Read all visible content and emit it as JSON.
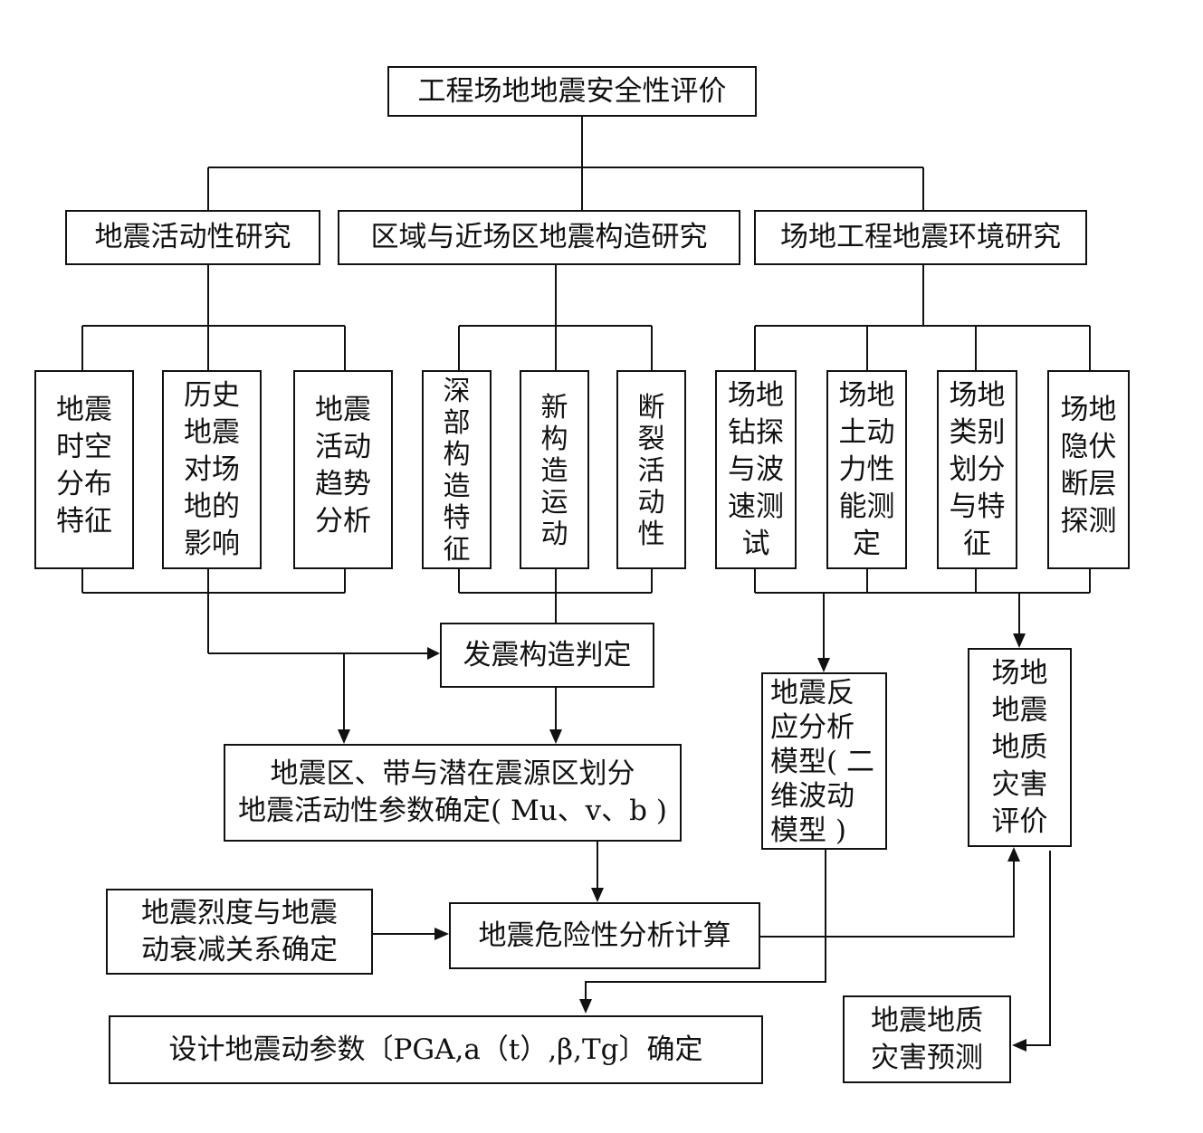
{
  "root": "工程场地地震安全性评价",
  "level2": [
    "地震活动性研究",
    "区域与近场区地震构造研究",
    "场地工程地震环境研究"
  ],
  "level3": [
    "地震\n时空\n分布\n特征",
    "历史\n地震\n对场\n地的\n影响",
    "地震\n活动\n趋势\n分析",
    "深\n部\n构\n造\n特\n征",
    "新\n构\n造\n运\n动",
    "断\n裂\n活\n动\n性",
    "场地\n钻探\n与波\n速测\n试",
    "场地\n土动\n力性\n能测\n定",
    "场地\n类别\n划分\n与特\n征",
    "场地\n隐伏\n断层\n探测"
  ],
  "seismogenic": "发震构造判定",
  "zoning": "地震区、带与潜在震源区划分\n地震活动性参数确定( Mu、v、b )",
  "attenuation": "地震烈度与地震\n动衰减关系确定",
  "hazard_calc": "地震危险性分析计算",
  "design_params": "设计地震动参数〔PGA,a（t）,β,Tg〕确定",
  "response_model": "地震反\n应分析\n模型( 二\n维波动\n模型 )",
  "geo_hazard_eval": "场地\n地震\n地质\n灾害\n评价",
  "geo_hazard_pred": "地震地质\n灾害预测"
}
